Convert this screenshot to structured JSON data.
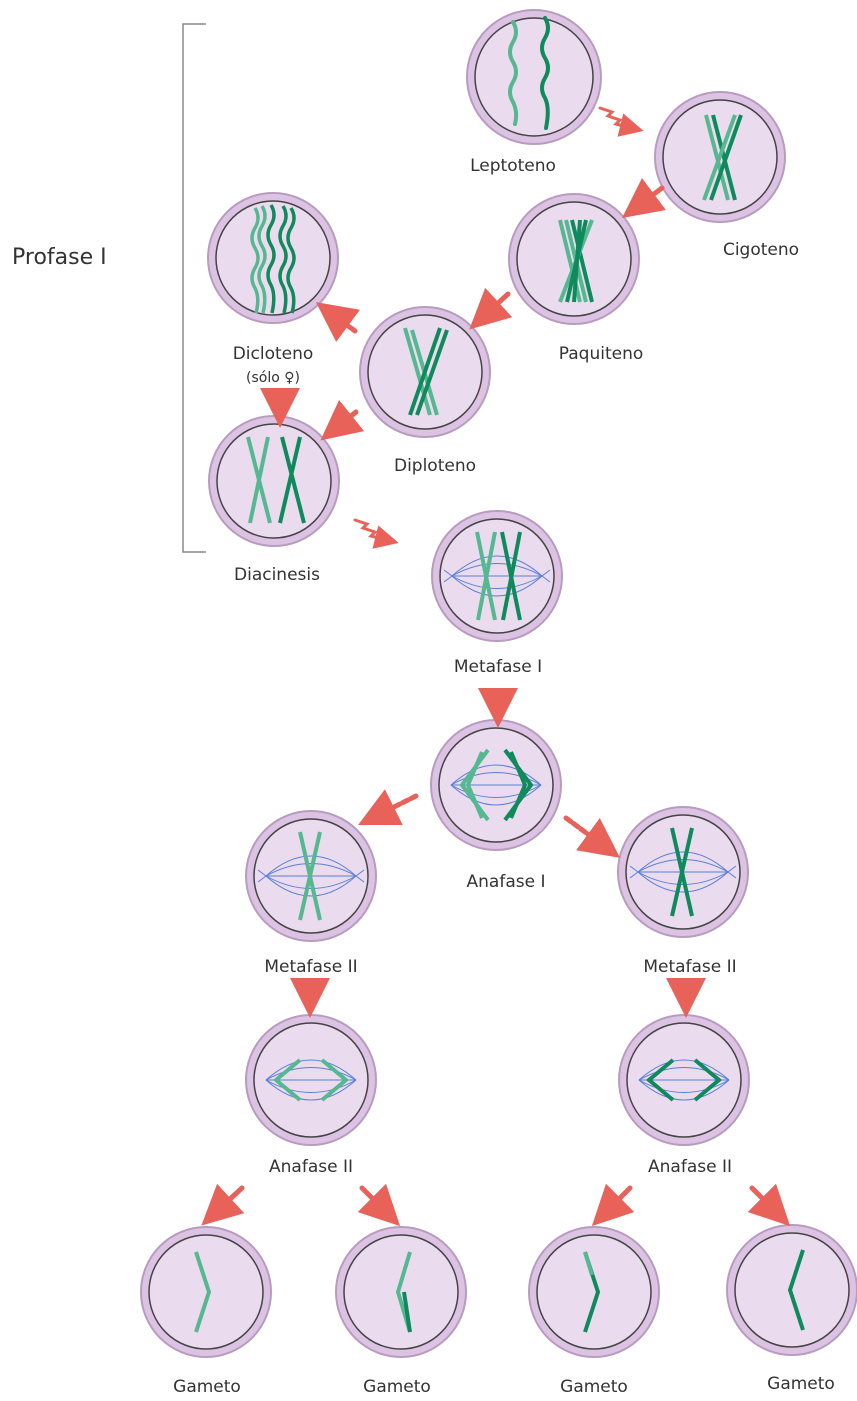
{
  "header": {
    "prophase_label": "Profase I"
  },
  "stages": {
    "leptotene": "Leptoteno",
    "zygotene": "Cigoteno",
    "pachytene": "Paquiteno",
    "diplotene": "Diploteno",
    "dictyotene": "Dicloteno",
    "dictyotene_note": "(sólo ♀)",
    "diakinesis": "Diacinesis",
    "metaphase1": "Metafase I",
    "anaphase1": "Anafase I",
    "metaphase2_left": "Metafase II",
    "metaphase2_right": "Metafase II",
    "anaphase2_left": "Anafase II",
    "anaphase2_right": "Anafase II"
  },
  "gametes": [
    "Gameto",
    "Gameto",
    "Gameto",
    "Gameto"
  ],
  "colors": {
    "cell_fill": "#ddc3e3",
    "cell_edge": "#b79cc0",
    "nucleus_fill": "#eadcee",
    "chromatid_light": "#55b890",
    "chromatid_dark": "#0f8a5c",
    "spindle": "#5a7fd6",
    "arrow": "#e8625a",
    "bracket": "#888888"
  }
}
